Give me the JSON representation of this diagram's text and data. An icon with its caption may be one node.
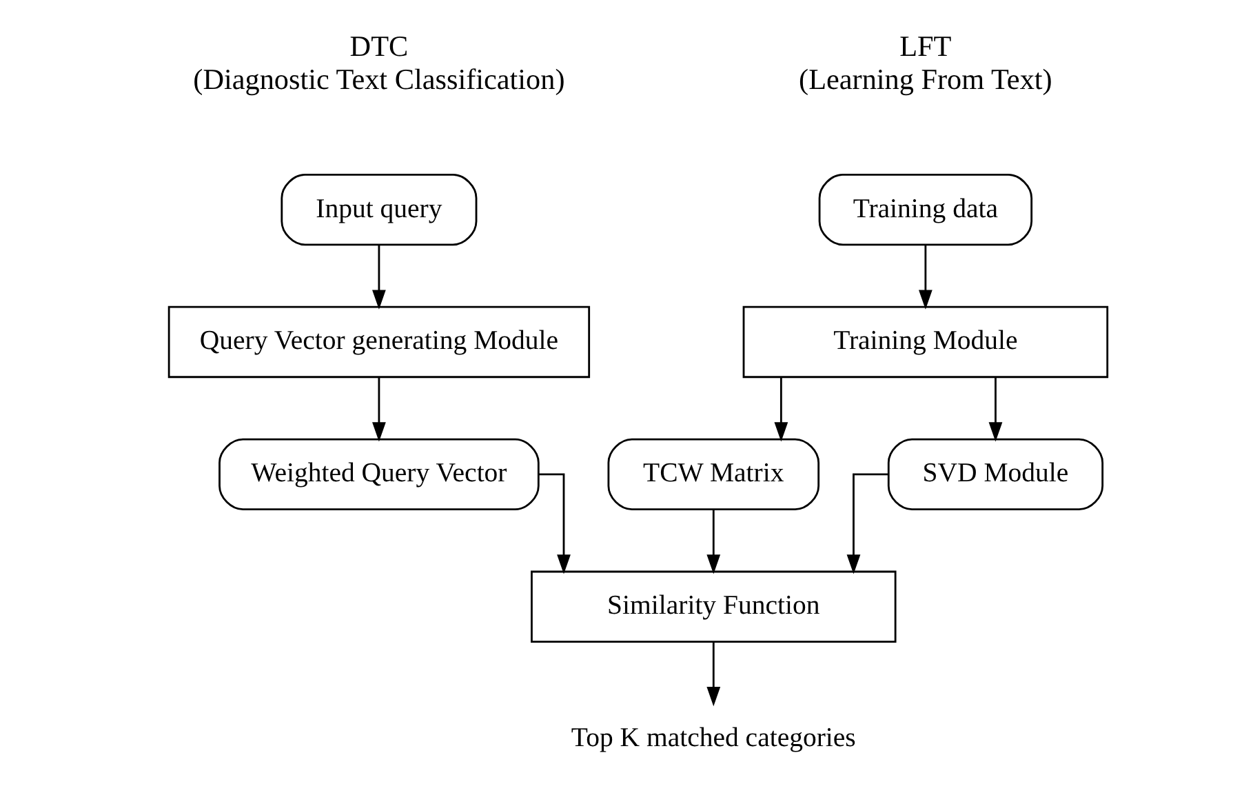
{
  "diagram": {
    "nodes": [
      {
        "text": [
          "Training data"
        ]
      },
      {
        "text": [
          "Training Module"
        ]
      },
      {
        "text": [
          "TCW Matrix"
        ]
      },
      {
        "text": [
          "SVD Module"
        ]
      },
      {
        "text": [
          "Input query"
        ]
      },
      {
        "text": [
          "Query Vector generating Module"
        ]
      },
      {
        "text": [
          "Weighted Query Vector"
        ]
      },
      {
        "text": [
          "Similarity Function"
        ]
      },
      {
        "text": [
          "Top K matched categories"
        ]
      }
    ],
    "edges": [
      {
        "from": 0,
        "to": 1,
        "arrow": "to"
      },
      {
        "from": 1,
        "to": 2,
        "arrow": "to"
      },
      {
        "from": 1,
        "to": 3,
        "arrow": "to"
      },
      {
        "from": 4,
        "to": 5,
        "arrow": "to"
      },
      {
        "from": 5,
        "to": 6,
        "arrow": "to"
      },
      {
        "from": 6,
        "to": 7,
        "arrow": "to"
      },
      {
        "from": 3,
        "to": 7,
        "arrow": "to"
      },
      {
        "from": 2,
        "to": 7,
        "arrow": "to"
      },
      {
        "from": 7,
        "to": 8,
        "arrow": "to"
      }
    ],
    "labels": [
      "LFT (Learning From Text)",
      "DTC (Diagnostic Text Classification)"
    ]
  }
}
